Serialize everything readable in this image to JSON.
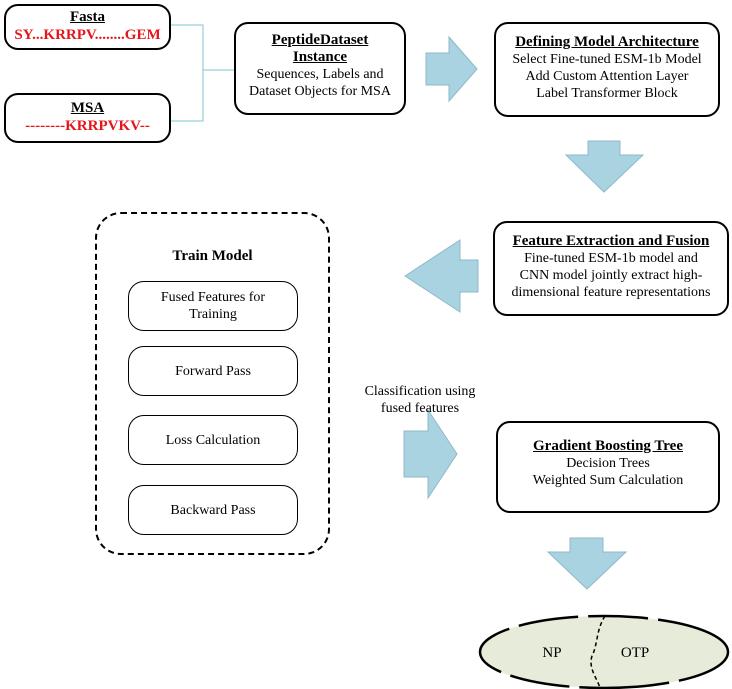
{
  "fasta": {
    "title": "Fasta",
    "sequence": "SY...KRRPV........GEM"
  },
  "msa": {
    "title": "MSA",
    "sequence": "--------KRRPVKV--"
  },
  "peptide_dataset": {
    "title_line1": "PeptideDataset",
    "title_line2": "Instance",
    "line1": "Sequences, Labels and",
    "line2": "Dataset Objects for MSA"
  },
  "model_arch": {
    "title": "Defining Model Architecture",
    "line1": "Select Fine-tuned ESM-1b Model",
    "line2": "Add Custom Attention Layer",
    "line3": "Label Transformer Block"
  },
  "feature_extraction": {
    "title": "Feature Extraction and Fusion",
    "line1": "Fine-tuned ESM-1b model and",
    "line2": "CNN model jointly extract high-",
    "line3": "dimensional feature representations"
  },
  "train_model": {
    "title": "Train Model",
    "steps": [
      "Fused Features for Training",
      "Forward Pass",
      "Loss Calculation",
      "Backward Pass"
    ]
  },
  "classification_label": {
    "line1": "Classification using",
    "line2": "fused features"
  },
  "gbt": {
    "title": "Gradient Boosting Tree",
    "line1": "Decision Trees",
    "line2": "Weighted Sum Calculation"
  },
  "output": {
    "left": "NP",
    "right": "OTP"
  },
  "colors": {
    "arrow_fill": "#a9d3e1",
    "arrow_stroke": "#8fb9c9",
    "connector": "#7ec3d6",
    "ellipse_fill": "#e6ecd9",
    "red_text": "#e8141b"
  }
}
